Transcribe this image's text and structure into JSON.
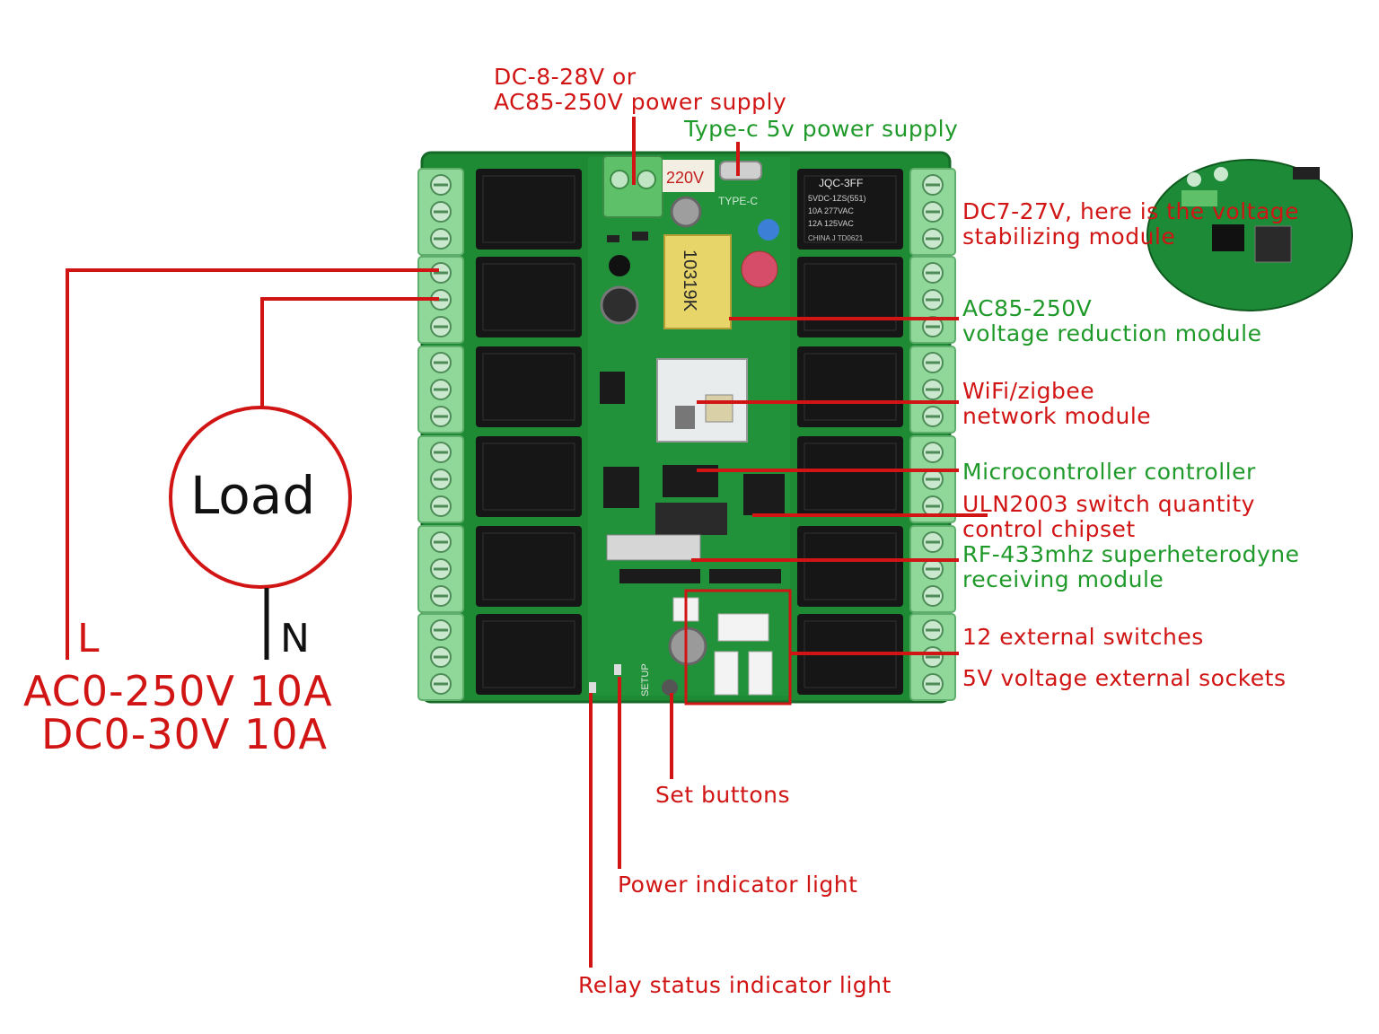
{
  "labels": {
    "power_supply_line1": "DC-8-28V or",
    "power_supply_line2": "AC85-250V power supply",
    "typec_supply": "Type-c 5v power supply",
    "stabilizer_line1": "DC7-27V, here is the voltage",
    "stabilizer_line2": "stabilizing module",
    "reduction_line1": "AC85-250V",
    "reduction_line2": "voltage reduction module",
    "wifi_line1": "WiFi/zigbee",
    "wifi_line2": "network module",
    "mcu": "Microcontroller controller",
    "uln_line1": "ULN2003 switch quantity",
    "uln_line2": "control chipset",
    "rf_line1": "RF-433mhz superheterodyne",
    "rf_line2": "receiving module",
    "ext_switches": "12 external switches",
    "sockets": "5V voltage external sockets",
    "set_buttons": "Set buttons",
    "power_light": "Power indicator light",
    "relay_light": "Relay status indicator light"
  },
  "load": {
    "label": "Load",
    "live": "L",
    "neutral": "N",
    "rating_ac": "AC0-250V 10A",
    "rating_dc": "DC0-30V 10A"
  },
  "board": {
    "relay_marking": "JQC-3FF",
    "relay_spec1": "5VDC-1ZS(551)",
    "relay_spec2": "10A 277VAC",
    "relay_spec3": "12A 125VAC",
    "relay_origin": "CHINA J TD0621",
    "voltage_badge": "220V",
    "transformer_code": "10319K",
    "typec_marking": "TYPE-C",
    "setup_marking": "SETUP"
  },
  "colors": {
    "callout": "#d11414",
    "green_label": "#1f9a2a",
    "pcb": "#1e8a34",
    "relay": "#1a1a1a",
    "terminal": "#7fd08a"
  }
}
